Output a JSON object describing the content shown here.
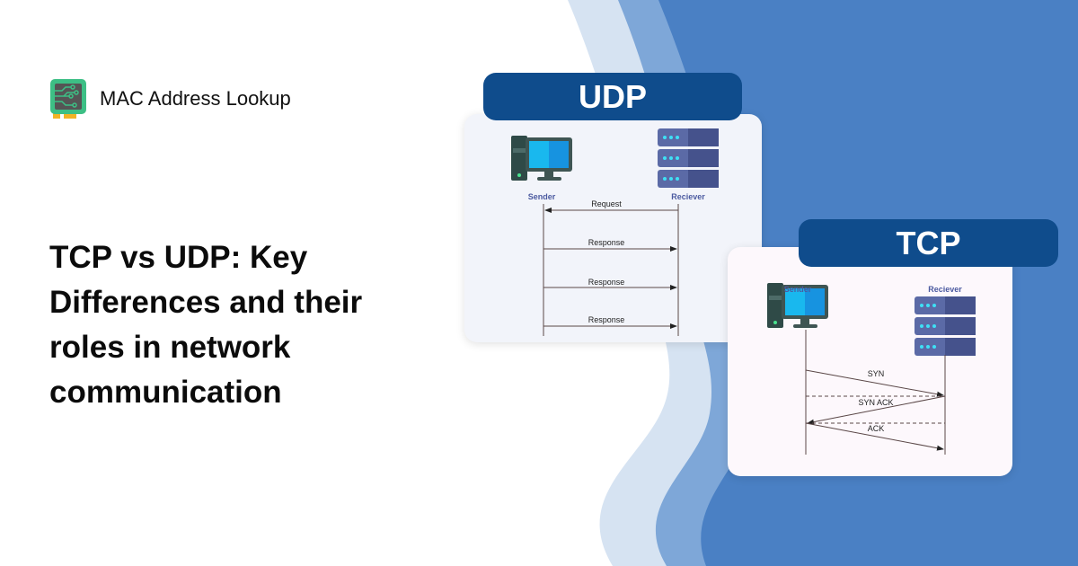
{
  "brand": {
    "name": "MAC Address Lookup"
  },
  "title": "TCP vs UDP: Key Differences and their roles in network communication",
  "colors": {
    "header": "#0f4c8c",
    "light": "#d6e3f2",
    "mid": "#7ea7d8",
    "dark": "#4a80c4"
  },
  "udp": {
    "label": "UDP",
    "sender": "Sender",
    "receiver": "Reciever",
    "messages": [
      "Request",
      "Response",
      "Response",
      "Response"
    ]
  },
  "tcp": {
    "label": "TCP",
    "sender": "Sender",
    "receiver": "Reciever",
    "messages": [
      "SYN",
      "SYN ACK",
      "ACK"
    ]
  }
}
